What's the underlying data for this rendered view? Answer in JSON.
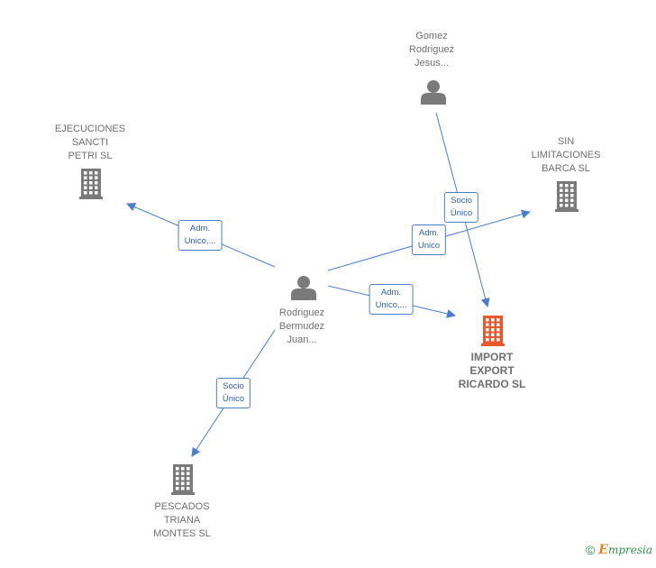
{
  "nodes": {
    "ejecuciones": {
      "label": "EJECUCIONES\nSANCTI\nPETRI  SL",
      "kind": "company"
    },
    "gomez": {
      "label": "Gomez\nRodriguez\nJesus...",
      "kind": "person"
    },
    "sin_limitaciones": {
      "label": "SIN\nLIMITACIONES\nBARCA  SL",
      "kind": "company"
    },
    "rodriguez": {
      "label": "Rodriguez\nBermudez\nJuan...",
      "kind": "person"
    },
    "import_export": {
      "label": "IMPORT\nEXPORT\nRICARDO  SL",
      "kind": "company-main"
    },
    "pescados": {
      "label": "PESCADOS\nTRIANA\nMONTES  SL",
      "kind": "company"
    }
  },
  "edges": {
    "e1": {
      "label": "Adm.\nUnico,...",
      "from": "rodriguez",
      "to": "ejecuciones"
    },
    "e2": {
      "label": "Adm.\nUnico",
      "from": "rodriguez",
      "to": "sin_limitaciones"
    },
    "e3": {
      "label": "Adm.\nUnico,...",
      "from": "rodriguez",
      "to": "import_export"
    },
    "e4": {
      "label": "Socio\nÚnico",
      "from": "rodriguez",
      "to": "pescados"
    },
    "e5": {
      "label": "Socio\nÚnico",
      "from": "gomez",
      "to": "import_export"
    }
  },
  "colors": {
    "edge": "#4a7ed0",
    "node_gray": "#7a7a7a",
    "node_main": "#e8582c",
    "brand_green": "#2f8f4f",
    "brand_orange": "#e08a1e"
  },
  "icons": {
    "person": "person-icon",
    "company": "building-icon"
  },
  "footer": {
    "copyright_symbol": "©",
    "brand_initial": "E",
    "brand_rest": "mpresia"
  }
}
